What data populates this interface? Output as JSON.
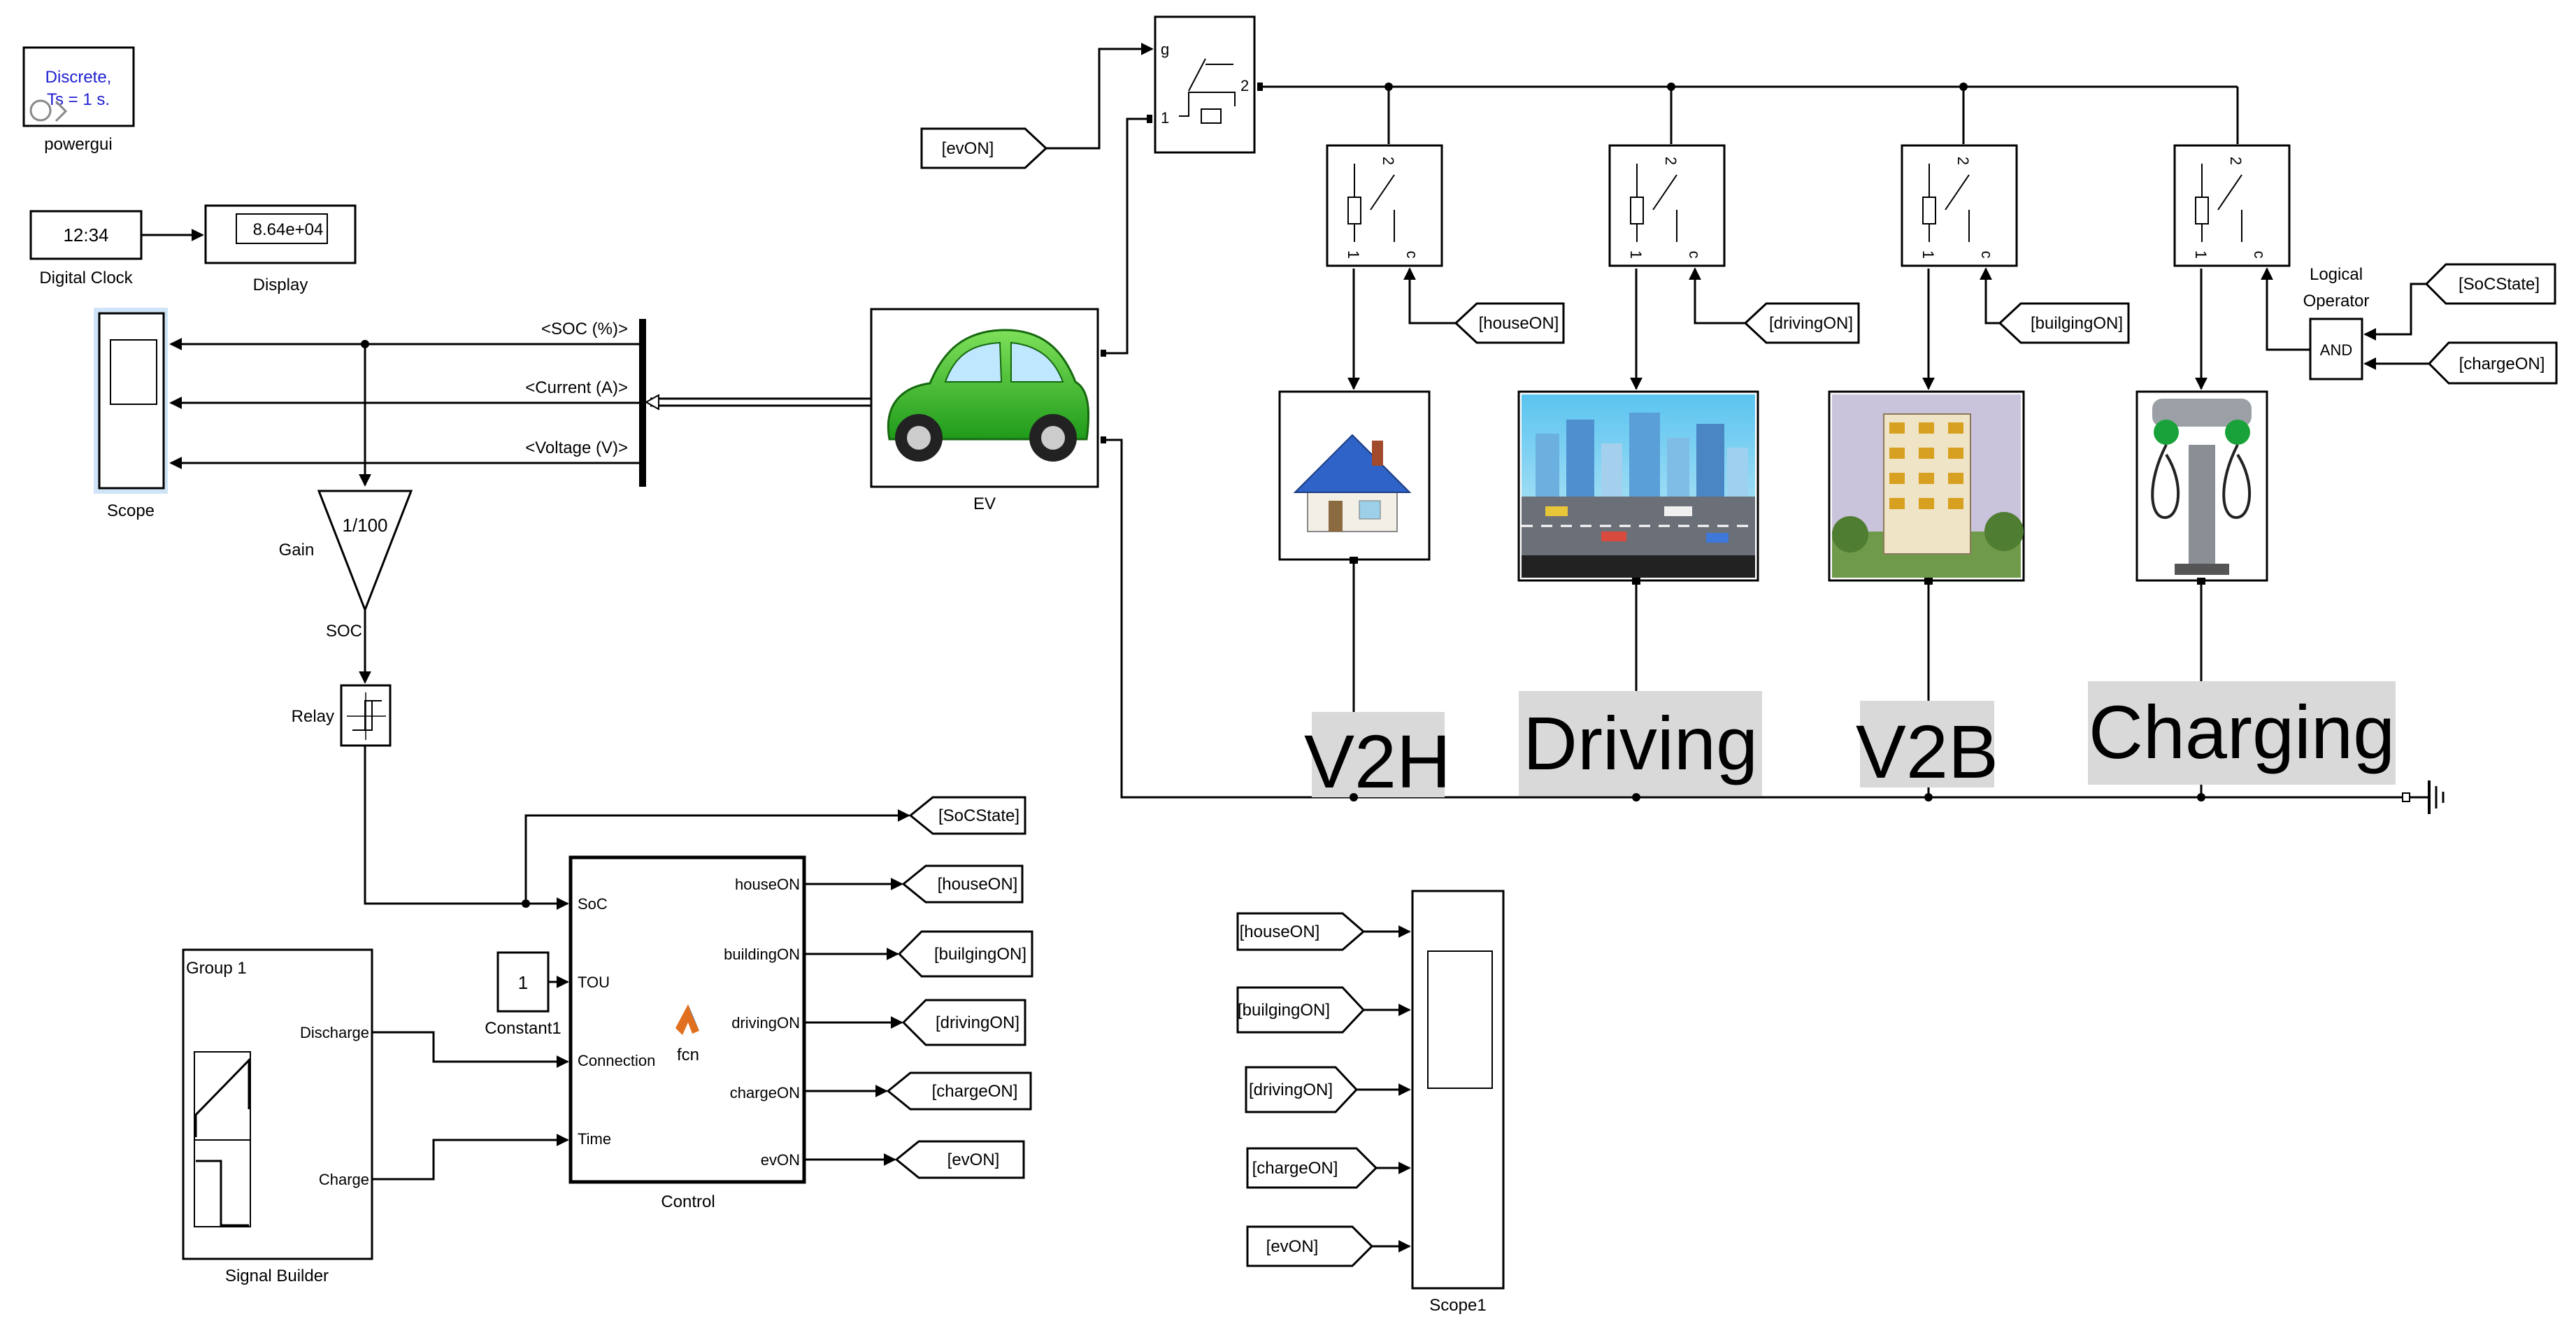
{
  "diagram": {
    "powergui": {
      "line1": "Discrete,",
      "line2": "Ts = 1 s.",
      "label": "powergui"
    },
    "clock": {
      "value": "12:34",
      "label": "Digital Clock"
    },
    "display": {
      "value": "8.64e+04",
      "label": "Display"
    },
    "scope": {
      "label": "Scope"
    },
    "bus": {
      "soc": "<SOC (%)>",
      "current": "<Current (A)>",
      "voltage": "<Voltage (V)>"
    },
    "gain": {
      "value": "1/100",
      "label": "Gain",
      "out": "SOC"
    },
    "relay": {
      "label": "Relay"
    },
    "ev": {
      "label": "EV"
    },
    "breaker": {
      "g": "g",
      "p1": "1",
      "p2": "2"
    },
    "switch_ports": {
      "p2": "2",
      "p1": "1",
      "c": "c"
    },
    "goto_tags": {
      "evON_in": "[evON]",
      "houseON": "[houseON]",
      "drivingON": "[drivingON]",
      "buildingON": "[builgingON]",
      "SoCState": "[SoCState]",
      "chargeON": "[chargeON]"
    },
    "logic": {
      "label1": "Logical",
      "label2": "Operator",
      "op": "AND"
    },
    "modes": {
      "v2h": "V2H",
      "driving": "Driving",
      "v2b": "V2B",
      "charging": "Charging"
    },
    "control": {
      "label": "Control",
      "fcn": "fcn",
      "inputs": [
        "SoC",
        "TOU",
        "Connection",
        "Time"
      ],
      "outputs": [
        "houseON",
        "buildingON",
        "drivingON",
        "chargeON",
        "evON"
      ]
    },
    "control_out_tags": [
      "[SoCState]",
      "[houseON]",
      "[builgingON]",
      "[drivingON]",
      "[chargeON]",
      "[evON]"
    ],
    "constant": {
      "value": "1",
      "label": "Constant1"
    },
    "signal_builder": {
      "group": "Group 1",
      "discharge": "Discharge",
      "charge": "Charge",
      "label": "Signal Builder"
    },
    "scope1": {
      "label": "Scope1"
    },
    "scope1_tags": [
      "[houseON]",
      "[builgingON]",
      "[drivingON]",
      "[chargeON]",
      "[evON]"
    ]
  }
}
